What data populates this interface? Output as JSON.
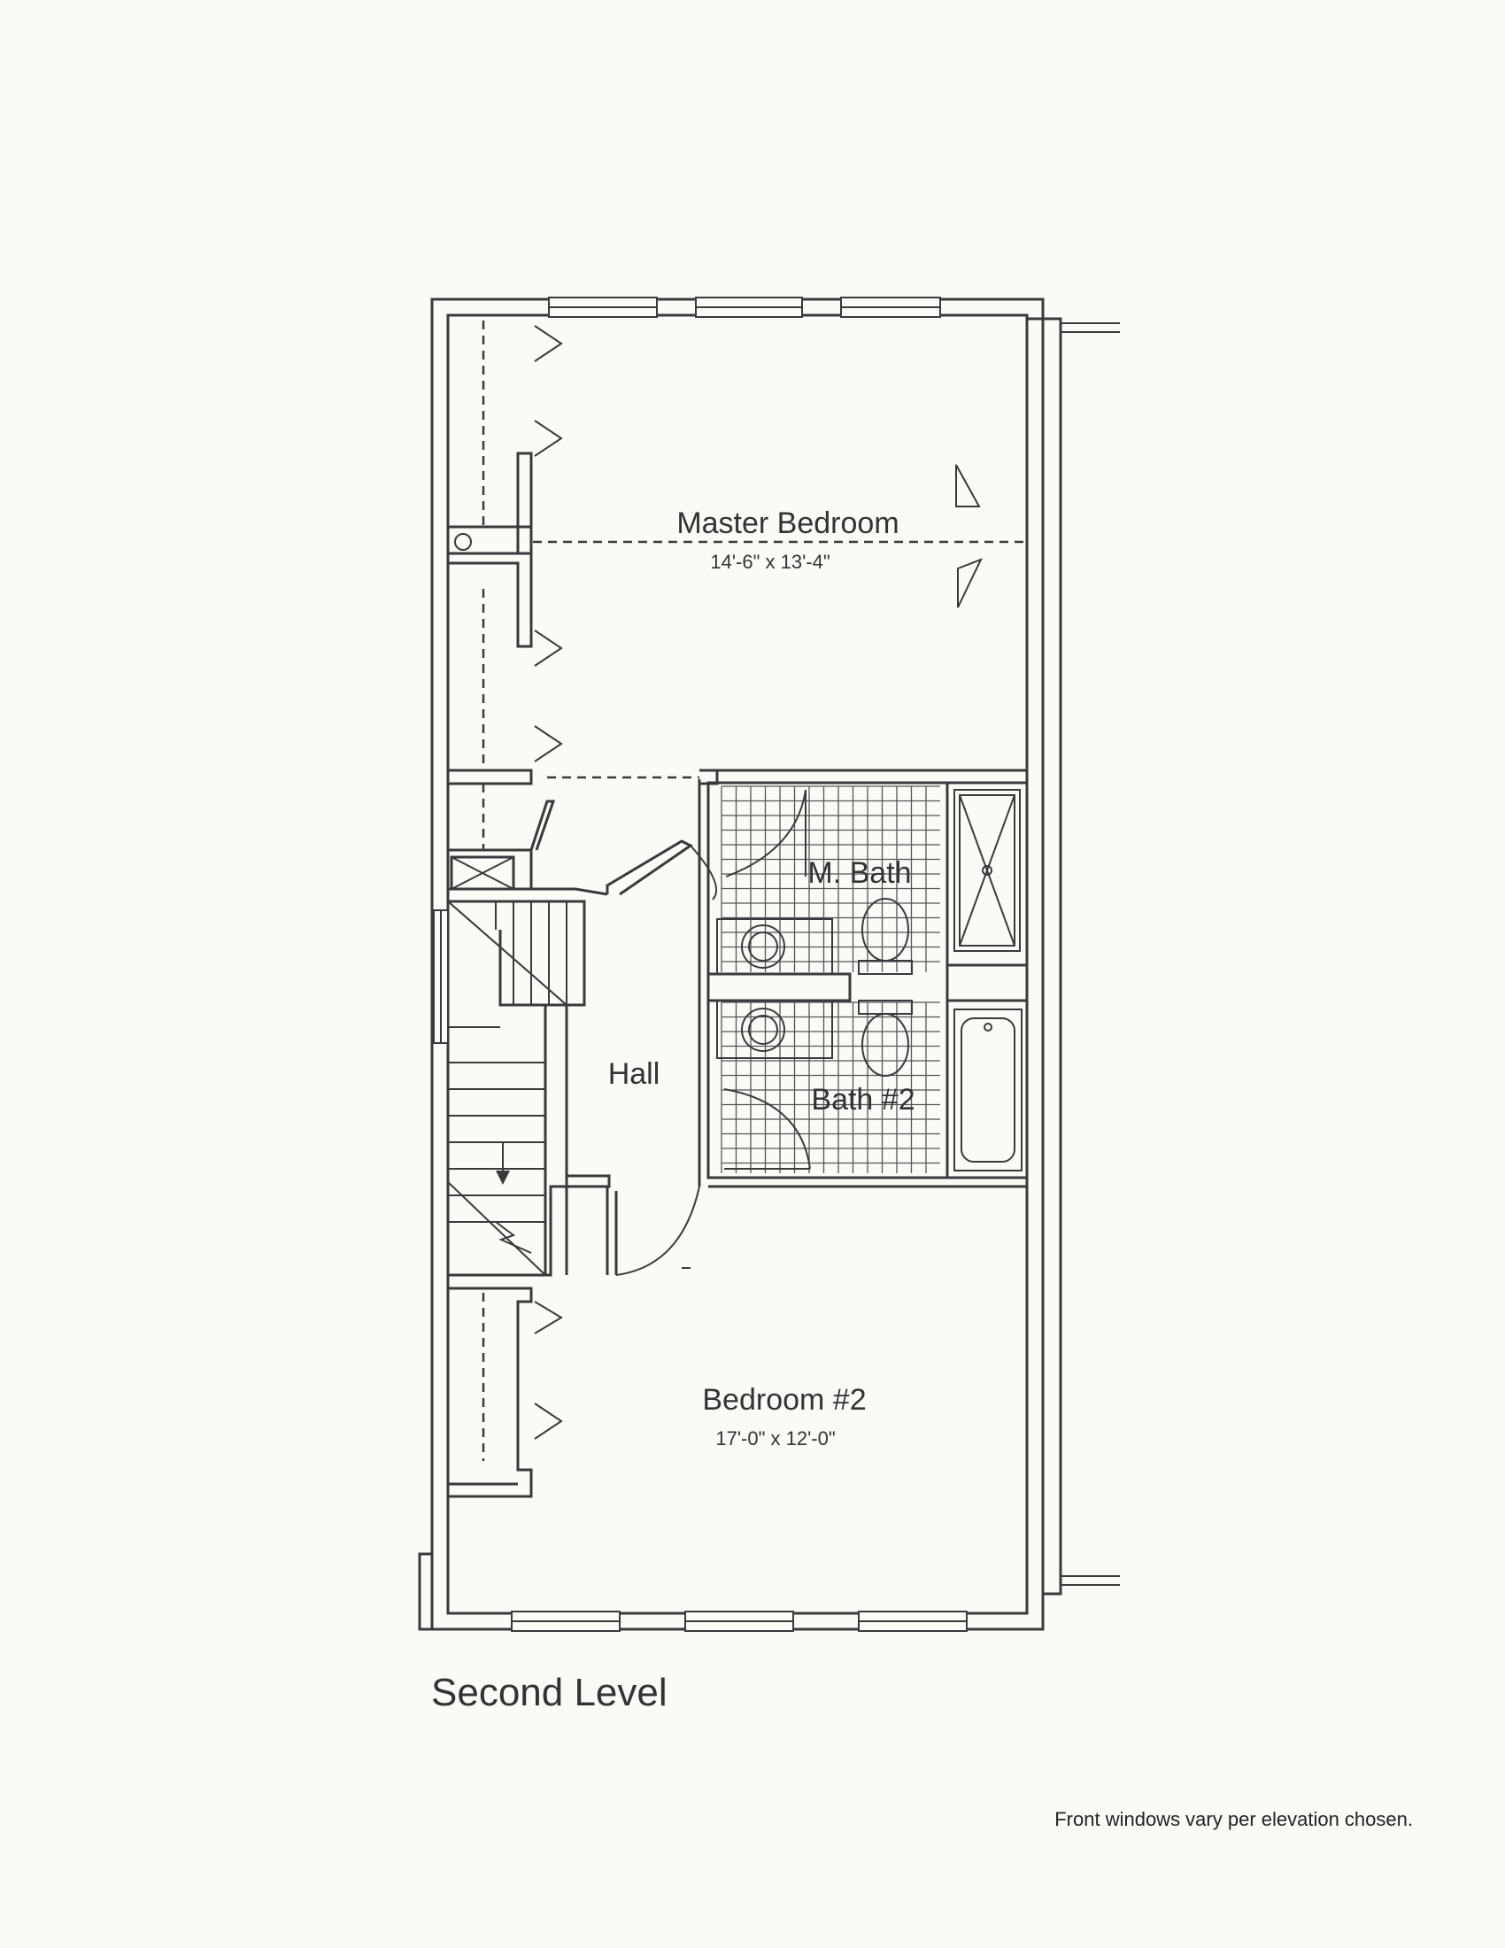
{
  "plan": {
    "title": "Second Level",
    "footnote": "Front windows vary per elevation chosen.",
    "rooms": {
      "master_bedroom": {
        "name": "Master Bedroom",
        "dimensions": "14'-6\" x 13'-4\""
      },
      "master_bath": {
        "name": "M. Bath"
      },
      "hall": {
        "name": "Hall"
      },
      "bath_2": {
        "name": "Bath #2"
      },
      "bedroom_2": {
        "name": "Bedroom #2",
        "dimensions": "17'-0\" x 12'-0\""
      }
    }
  }
}
